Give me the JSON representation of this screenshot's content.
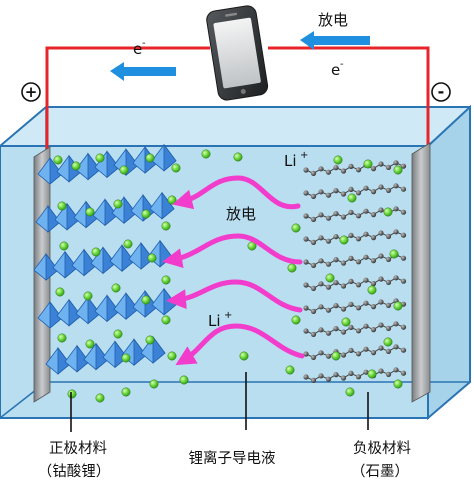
{
  "labels": {
    "discharge_top": "放电",
    "electron_left": "e",
    "electron_right": "e",
    "electron_sup": "-",
    "plus_terminal": "+",
    "minus_terminal": "-",
    "li_top": "Li",
    "li_mid": "Li",
    "li_sup": "+",
    "discharge_mid": "放电",
    "cathode_line1": "正极材料",
    "cathode_line2": "（钴酸锂）",
    "electrolyte": "锂离子导电液",
    "anode_line1": "负极材料",
    "anode_line2": "（石墨）"
  },
  "colors": {
    "wire": "#e8242b",
    "electrolyte": "#b9def0",
    "tank_edge": "#2a74b4",
    "arrow_blue": "#1f8fe0",
    "arrow_magenta": "#f23ccc",
    "octahedron": "#4f9be6",
    "li_ion": "#5fcf3a",
    "graphite": "#3a3a3a"
  },
  "icons": [
    "phone-icon"
  ]
}
